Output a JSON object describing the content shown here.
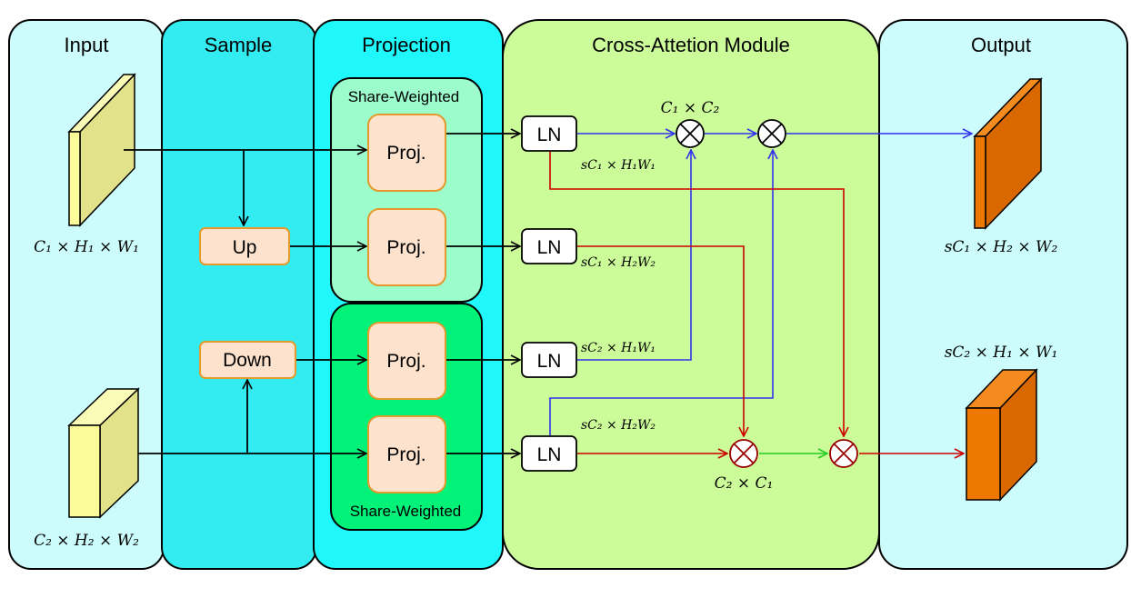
{
  "panels": {
    "input": "Input",
    "sample": "Sample",
    "projection": "Projection",
    "cross_attention": "Cross-Attetion Module",
    "output": "Output"
  },
  "groups": {
    "top_share": "Share-Weighted",
    "bottom_share": "Share-Weighted"
  },
  "blocks": {
    "up": "Up",
    "down": "Down",
    "proj": "Proj.",
    "ln": "LN"
  },
  "labels": {
    "input_top": "C₁ × H₁ × W₁",
    "input_bottom": "C₂ × H₂ × W₂",
    "ln1": "sC₁ × H₁W₁",
    "ln2": "sC₁ × H₂W₂",
    "ln3": "sC₂ × H₁W₁",
    "ln4": "sC₂ × H₂W₂",
    "mul_top": "C₁ × C₂",
    "mul_bottom": "C₂ × C₁",
    "output_top": "sC₁ × H₂ × W₂",
    "output_bottom": "sC₂ × H₁ × W₁"
  },
  "colors": {
    "input_bg": "#ccfcfc",
    "sample_bg": "#33ecf2",
    "projection_bg": "#1ff7fb",
    "cross_bg": "#ccfb99",
    "output_bg": "#ccfcfc",
    "top_group": "#9cfccc",
    "bottom_group": "#00f279",
    "block_fill": "#fde3cd",
    "block_stroke": "#e59a2b",
    "blue_arrow": "#3333ee",
    "red_arrow": "#cc0000",
    "green_arrow": "#22cc22",
    "input_cube": "#fbfb99",
    "output_cube": "#ee7700"
  }
}
